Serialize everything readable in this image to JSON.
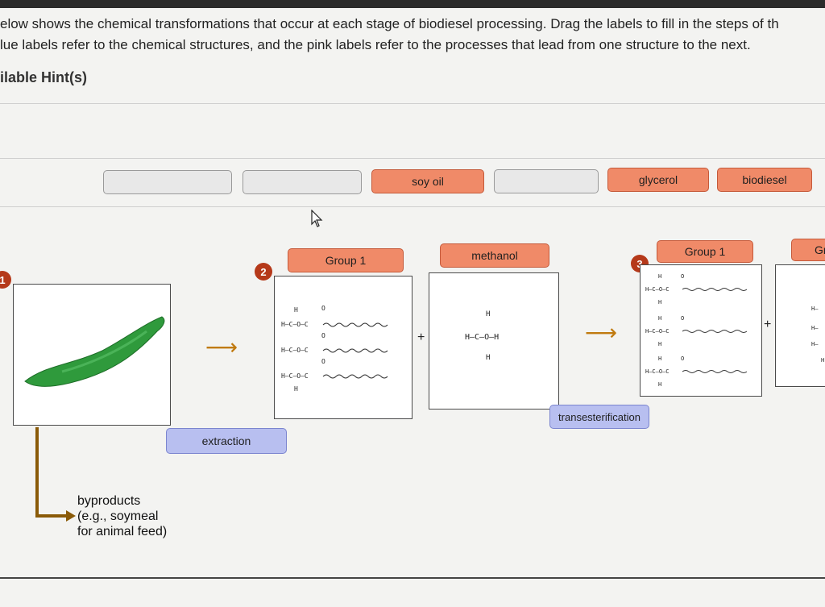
{
  "instructions": {
    "line1": "elow shows the chemical transformations that occur at each stage of biodiesel processing. Drag the labels to fill in the steps of th",
    "line2": "lue labels refer to the chemical structures, and the pink labels refer to the processes that lead from one structure to the next.",
    "hints_link": "ilable Hint(s)"
  },
  "label_bank": {
    "slot1": "",
    "slot2": "",
    "soy_oil": "soy oil",
    "slot4": "",
    "glycerol": "glycerol",
    "biodiesel": "biodiesel"
  },
  "steps": {
    "step1_num": "1",
    "step2_num": "2",
    "step3_num": "3",
    "group1_label_a": "Group 1",
    "methanol_label": "methanol",
    "group1_label_b": "Group 1",
    "extraction_label": "extraction",
    "transesterification_label": "transesterification",
    "partial_label": "Gr",
    "byproducts_line1": "byproducts",
    "byproducts_line2": "(e.g., soymeal",
    "byproducts_line3": "for animal feed)"
  },
  "chemistry": {
    "methanol_h_top": "H",
    "methanol_row": "H—C—O—H",
    "methanol_h_bottom": "H"
  },
  "colors": {
    "pink_label": "#f08a68",
    "blue_label": "#b8bff0",
    "step_badge": "#b5391a",
    "arrow": "#c07a10",
    "bean": "#2f9a3c"
  }
}
